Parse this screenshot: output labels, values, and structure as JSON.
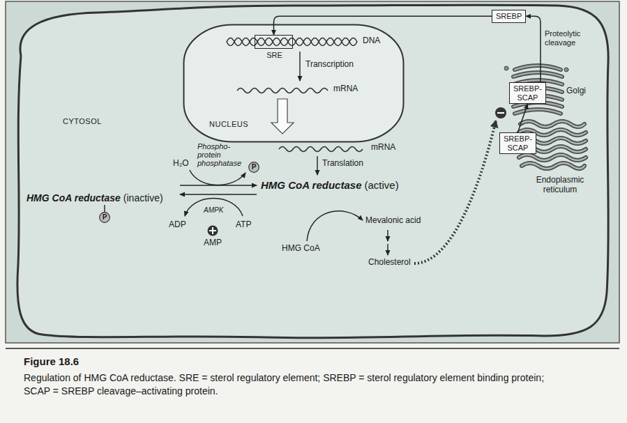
{
  "diagram": {
    "caption": "Regulation of HMG CoA reductase. SRE = sterol regulatory element; SREBP = sterol regulatory element binding protein; SCAP = SREBP cleavage–activating protein.",
    "nodes": [
      {
        "text": [
          "CYTOSOL"
        ]
      },
      {
        "text": [
          "NUCLEUS"
        ],
        "in": 0
      },
      {
        "text": [
          "SRE"
        ],
        "in": 1
      },
      {
        "text": [
          "SREBP"
        ],
        "in": 0
      },
      {
        "text": [
          "SREBP- SCAP"
        ],
        "in": 0
      },
      {
        "text": [
          "SREBP- SCAP"
        ],
        "in": 0
      },
      {
        "text": [
          "P"
        ],
        "in": 0
      },
      {
        "text": [
          "P"
        ],
        "in": 0
      }
    ],
    "edges": [
      {
        "from": 3,
        "to": 2,
        "arrow": "to"
      },
      {
        "from": 4,
        "to": 3,
        "label": "Proteolytic cleavage",
        "arrow": "to"
      },
      {
        "from": 5,
        "to": 4,
        "arrow": "to"
      }
    ],
    "labels": [
      "DNA",
      "Transcription",
      "mRNA",
      "mRNA",
      "Translation",
      "H₂O",
      "Phospho- protein phosphatase",
      "HMG CoA reductase",
      "(inactive)",
      "HMG CoA reductase",
      "(active)",
      "AMPK",
      "ADP",
      "ATP",
      "AMP",
      "HMG CoA",
      "Mevalonic acid",
      "Cholesterol",
      "Golgi",
      "Endoplasmic reticulum",
      "Figure 18.6"
    ]
  }
}
